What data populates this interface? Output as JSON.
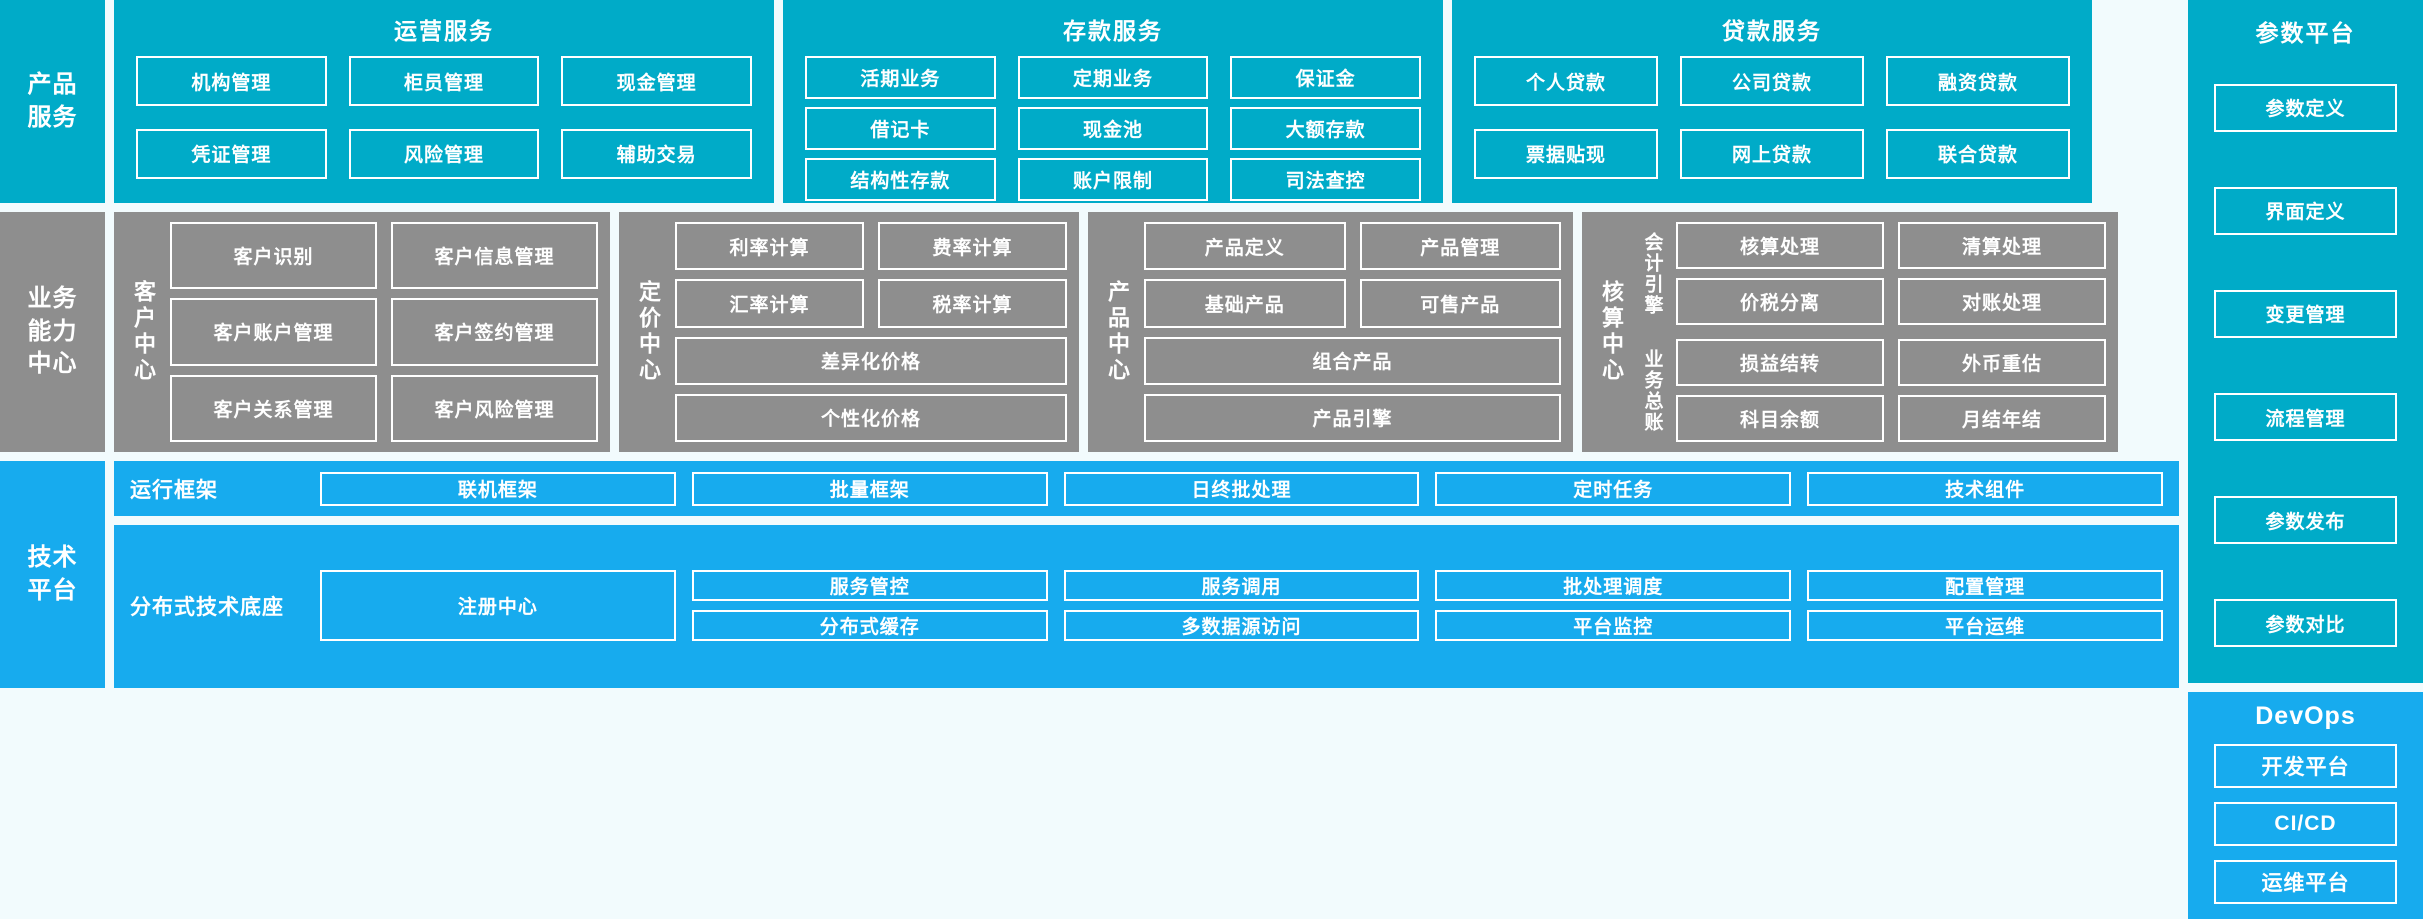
{
  "layers": {
    "product_services": "产品\n服务",
    "business_capability": "业务\n能力\n中心",
    "tech_platform": "技术\n平台"
  },
  "colors": {
    "teal": "#00ABC8",
    "gray": "#8E8E8E",
    "light_blue": "#17ABEE",
    "page_background": "#F2FBFD",
    "chip_border": "#FFFFFF",
    "text": "#FFFFFF"
  },
  "product_services": {
    "groups": [
      {
        "title": "运营服务",
        "items": [
          "机构管理",
          "柜员管理",
          "现金管理",
          "凭证管理",
          "风险管理",
          "辅助交易"
        ]
      },
      {
        "title": "存款服务",
        "items": [
          "活期业务",
          "定期业务",
          "保证金",
          "借记卡",
          "现金池",
          "大额存款",
          "结构性存款",
          "账户限制",
          "司法查控"
        ]
      },
      {
        "title": "贷款服务",
        "items": [
          "个人贷款",
          "公司贷款",
          "融资贷款",
          "票据贴现",
          "网上贷款",
          "联合贷款"
        ]
      }
    ]
  },
  "business_capability": {
    "centers": [
      {
        "name": "客户中心",
        "items": [
          "客户识别",
          "客户信息管理",
          "客户账户管理",
          "客户签约管理",
          "客户关系管理",
          "客户风险管理"
        ]
      },
      {
        "name": "定价中心",
        "items": [
          "利率计算",
          "费率计算",
          "汇率计算",
          "税率计算",
          "差异化价格",
          "个性化价格"
        ]
      },
      {
        "name": "产品中心",
        "items": [
          "产品定义",
          "产品管理",
          "基础产品",
          "可售产品",
          "组合产品",
          "产品引擎"
        ]
      },
      {
        "name": "核算中心",
        "subgroups": [
          {
            "name": "会计引擎",
            "items": [
              "核算处理",
              "清算处理",
              "价税分离",
              "对账处理"
            ]
          },
          {
            "name": "业务总账",
            "items": [
              "损益结转",
              "外币重估",
              "科目余额",
              "月结年结"
            ]
          }
        ]
      }
    ]
  },
  "tech_platform": {
    "bands": [
      {
        "label": "运行框架",
        "items": [
          "联机框架",
          "批量框架",
          "日终批处理",
          "定时任务",
          "技术组件"
        ]
      },
      {
        "label": "分布式技术底座",
        "registry": "注册中心",
        "items": [
          "服务管控",
          "服务调用",
          "批处理调度",
          "配置管理",
          "分布式缓存",
          "多数据源访问",
          "平台监控",
          "平台运维"
        ]
      }
    ]
  },
  "param_platform": {
    "title": "参数平台",
    "items": [
      "参数定义",
      "界面定义",
      "变更管理",
      "流程管理",
      "参数发布",
      "参数对比"
    ]
  },
  "devops": {
    "title": "DevOps",
    "items": [
      "开发平台",
      "CI/CD",
      "运维平台"
    ]
  }
}
